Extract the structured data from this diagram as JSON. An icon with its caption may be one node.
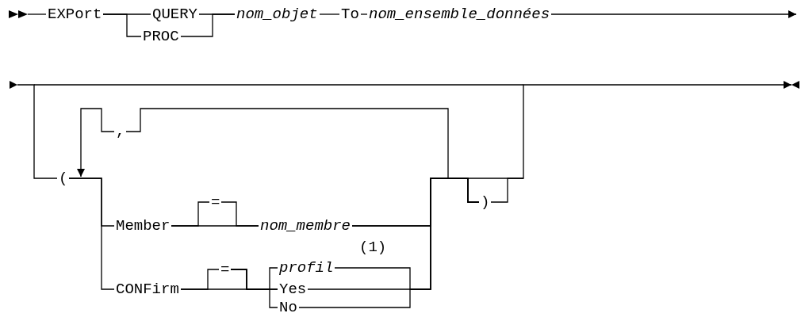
{
  "diagram": {
    "nodes": [
      {
        "text": [
          "EXPort"
        ]
      },
      {
        "text": [
          "QUERY"
        ]
      },
      {
        "text": [
          "PROC"
        ]
      },
      {
        "text": [
          "nom_objet"
        ]
      },
      {
        "text": [
          "To"
        ]
      },
      {
        "text": [
          "nom_ensemble_données"
        ]
      },
      {
        "text": [
          "("
        ]
      },
      {
        "text": [
          ","
        ]
      },
      {
        "text": [
          "Member"
        ]
      },
      {
        "text": [
          "="
        ]
      },
      {
        "text": [
          "nom_membre"
        ]
      },
      {
        "text": [
          "CONFirm"
        ]
      },
      {
        "text": [
          "="
        ]
      },
      {
        "text": [
          "profil"
        ]
      },
      {
        "text": [
          "Yes"
        ]
      },
      {
        "text": [
          "No"
        ]
      },
      {
        "text": [
          ")"
        ]
      }
    ],
    "edges": [
      {
        "from": null,
        "to": 0,
        "arrow": "other"
      },
      {
        "from": 0,
        "to": 1,
        "arrow": "none"
      },
      {
        "from": 0,
        "to": 2,
        "arrow": "none"
      },
      {
        "from": 1,
        "to": 3,
        "arrow": "none"
      },
      {
        "from": 2,
        "to": 3,
        "arrow": "none"
      },
      {
        "from": 3,
        "to": 4,
        "arrow": "none"
      },
      {
        "from": 4,
        "to": 5,
        "arrow": "none"
      },
      {
        "from": 5,
        "to": null,
        "arrow": "to"
      },
      {
        "from": null,
        "to": 6,
        "arrow": "other"
      },
      {
        "from": 6,
        "to": 8,
        "arrow": "none"
      },
      {
        "from": 6,
        "to": 11,
        "arrow": "none"
      },
      {
        "from": 8,
        "to": 9,
        "arrow": "none"
      },
      {
        "from": 9,
        "to": 10,
        "arrow": "none"
      },
      {
        "from": 8,
        "to": 10,
        "arrow": "none"
      },
      {
        "from": 11,
        "to": 12,
        "arrow": "none"
      },
      {
        "from": 12,
        "to": 13,
        "arrow": "none"
      },
      {
        "from": 12,
        "to": 14,
        "arrow": "none"
      },
      {
        "from": 12,
        "to": 15,
        "arrow": "none"
      },
      {
        "from": 11,
        "to": 14,
        "arrow": "none"
      },
      {
        "from": 10,
        "to": 7,
        "arrow": "none"
      },
      {
        "from": 7,
        "to": 6,
        "arrow": "to"
      },
      {
        "from": 10,
        "to": 16,
        "arrow": "none"
      },
      {
        "from": 13,
        "to": 16,
        "arrow": "none"
      },
      {
        "from": 14,
        "to": 16,
        "arrow": "none"
      },
      {
        "from": 15,
        "to": 16,
        "arrow": "none"
      },
      {
        "from": 16,
        "to": null,
        "arrow": "to"
      }
    ],
    "labels": [
      "(1)"
    ]
  }
}
